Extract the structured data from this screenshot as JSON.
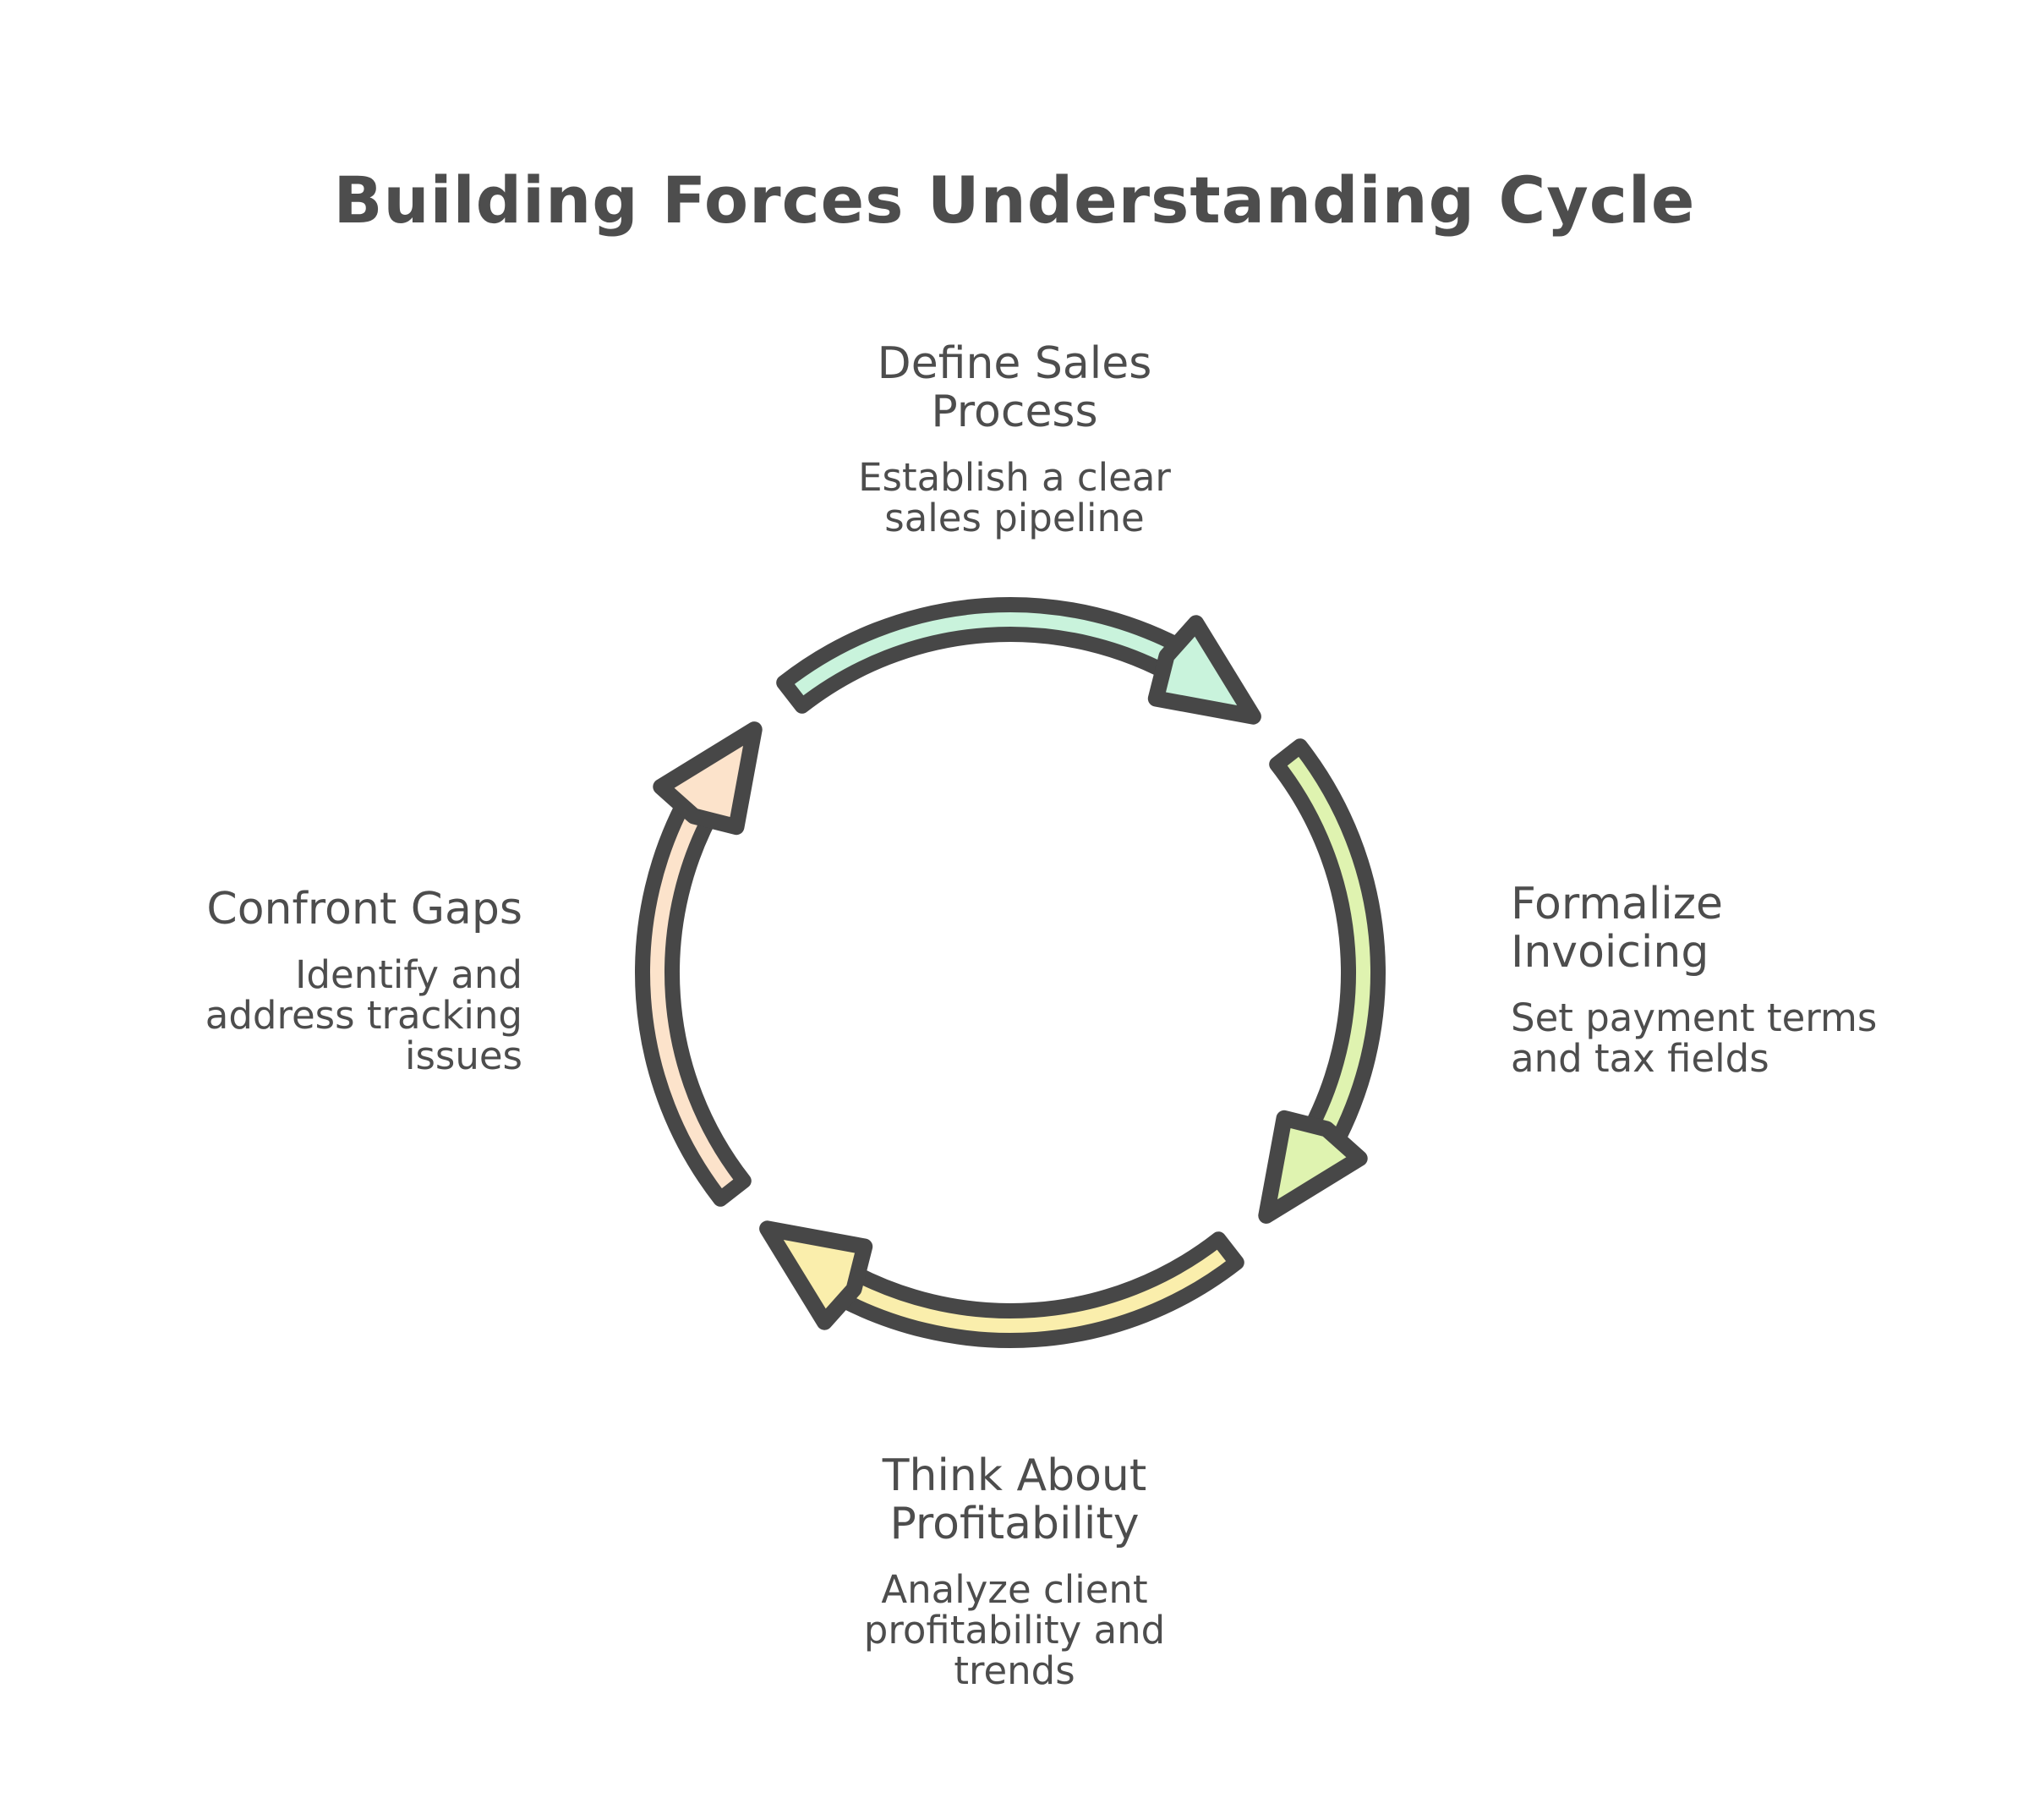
{
  "title": "Building Forces Understanding Cycle",
  "diagram": {
    "type": "cycle",
    "direction": "clockwise",
    "steps": [
      "Define Sales Process",
      "Formalize Invoicing",
      "Think About Profitability",
      "Confront Gaps"
    ]
  },
  "colors": {
    "background": "#ffffff",
    "text": "#4d4d4d",
    "outline": "#474747",
    "arc_top": "#c9f3dc",
    "arc_right": "#dff3b0",
    "arc_bottom": "#faeeac",
    "arc_left": "#fce3cb"
  },
  "nodes": {
    "top": {
      "title": "Define Sales\nProcess",
      "subtitle": "Establish a clear\nsales pipeline"
    },
    "right": {
      "title": "Formalize\nInvoicing",
      "subtitle": "Set payment terms\nand tax fields"
    },
    "bottom": {
      "title": "Think About\nProfitability",
      "subtitle": "Analyze client\nprofitability and\ntrends"
    },
    "left": {
      "title": "Confront Gaps",
      "subtitle": "Identify and\naddress tracking\nissues"
    }
  }
}
